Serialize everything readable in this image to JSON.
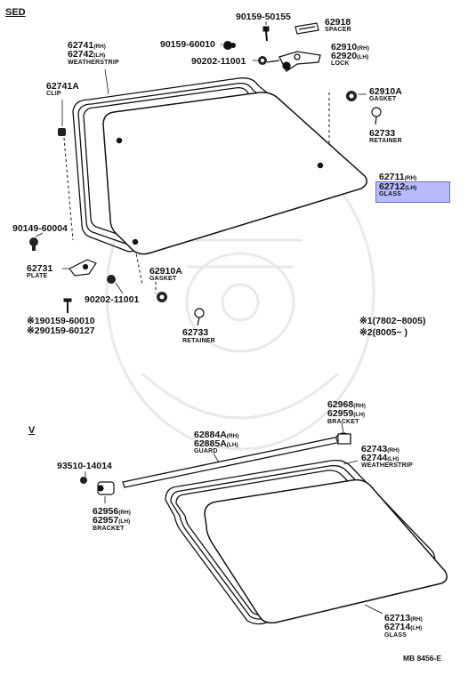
{
  "sections": {
    "sed": "SED",
    "v": "V"
  },
  "sed_parts": {
    "p90159_50155": "90159-50155",
    "p62918": "62918",
    "spacer": "SPACER",
    "p90159_60010": "90159-60010",
    "p62910_rh": "62910",
    "p62920_lh": "62920",
    "lock": "LOCK",
    "p90202_11001_top": "90202-11001",
    "p62741": "62741",
    "p62742": "62742",
    "weatherstrip": "WEATHERSTRIP",
    "p62741A": "62741A",
    "clip": "CLIP",
    "p62910A_top": "62910A",
    "gasket_top": "GASKET",
    "p62733_top": "62733",
    "retainer_top": "RETAINER",
    "p62711": "62711",
    "p62712": "62712",
    "glass": "GLASS",
    "p90149_60004": "90149-60004",
    "p62731": "62731",
    "plate": "PLATE",
    "p62910A_bot": "62910A",
    "gasket_bot": "GASKET",
    "p90202_11001_bot": "90202-11001",
    "note1": "※1",
    "p90159_60010_b": "90159-60010",
    "note2": "※2",
    "p90159_60127": "90159-60127",
    "p62733_bot": "62733",
    "retainer_bot": "RETAINER",
    "date1": "※1(7802−8005)",
    "date2": "※2(8005−      )"
  },
  "v_parts": {
    "p62968": "62968",
    "p62959": "62959",
    "bracket_top": "BRACKET",
    "p62884A": "62884A",
    "p62885A": "62885A",
    "guard": "GUARD",
    "p62743": "62743",
    "p62744": "62744",
    "weatherstrip": "WEATHERSTRIP",
    "p93510_14014": "93510-14014",
    "p62956": "62956",
    "p62957": "62957",
    "bracket_bot": "BRACKET",
    "p62713": "62713",
    "p62714": "62714",
    "glass": "GLASS"
  },
  "suffix": {
    "rh": "(RH)",
    "lh": "(LH)"
  },
  "ref_code": "MB  8456-E",
  "highlight_color": "#9fa6ff"
}
